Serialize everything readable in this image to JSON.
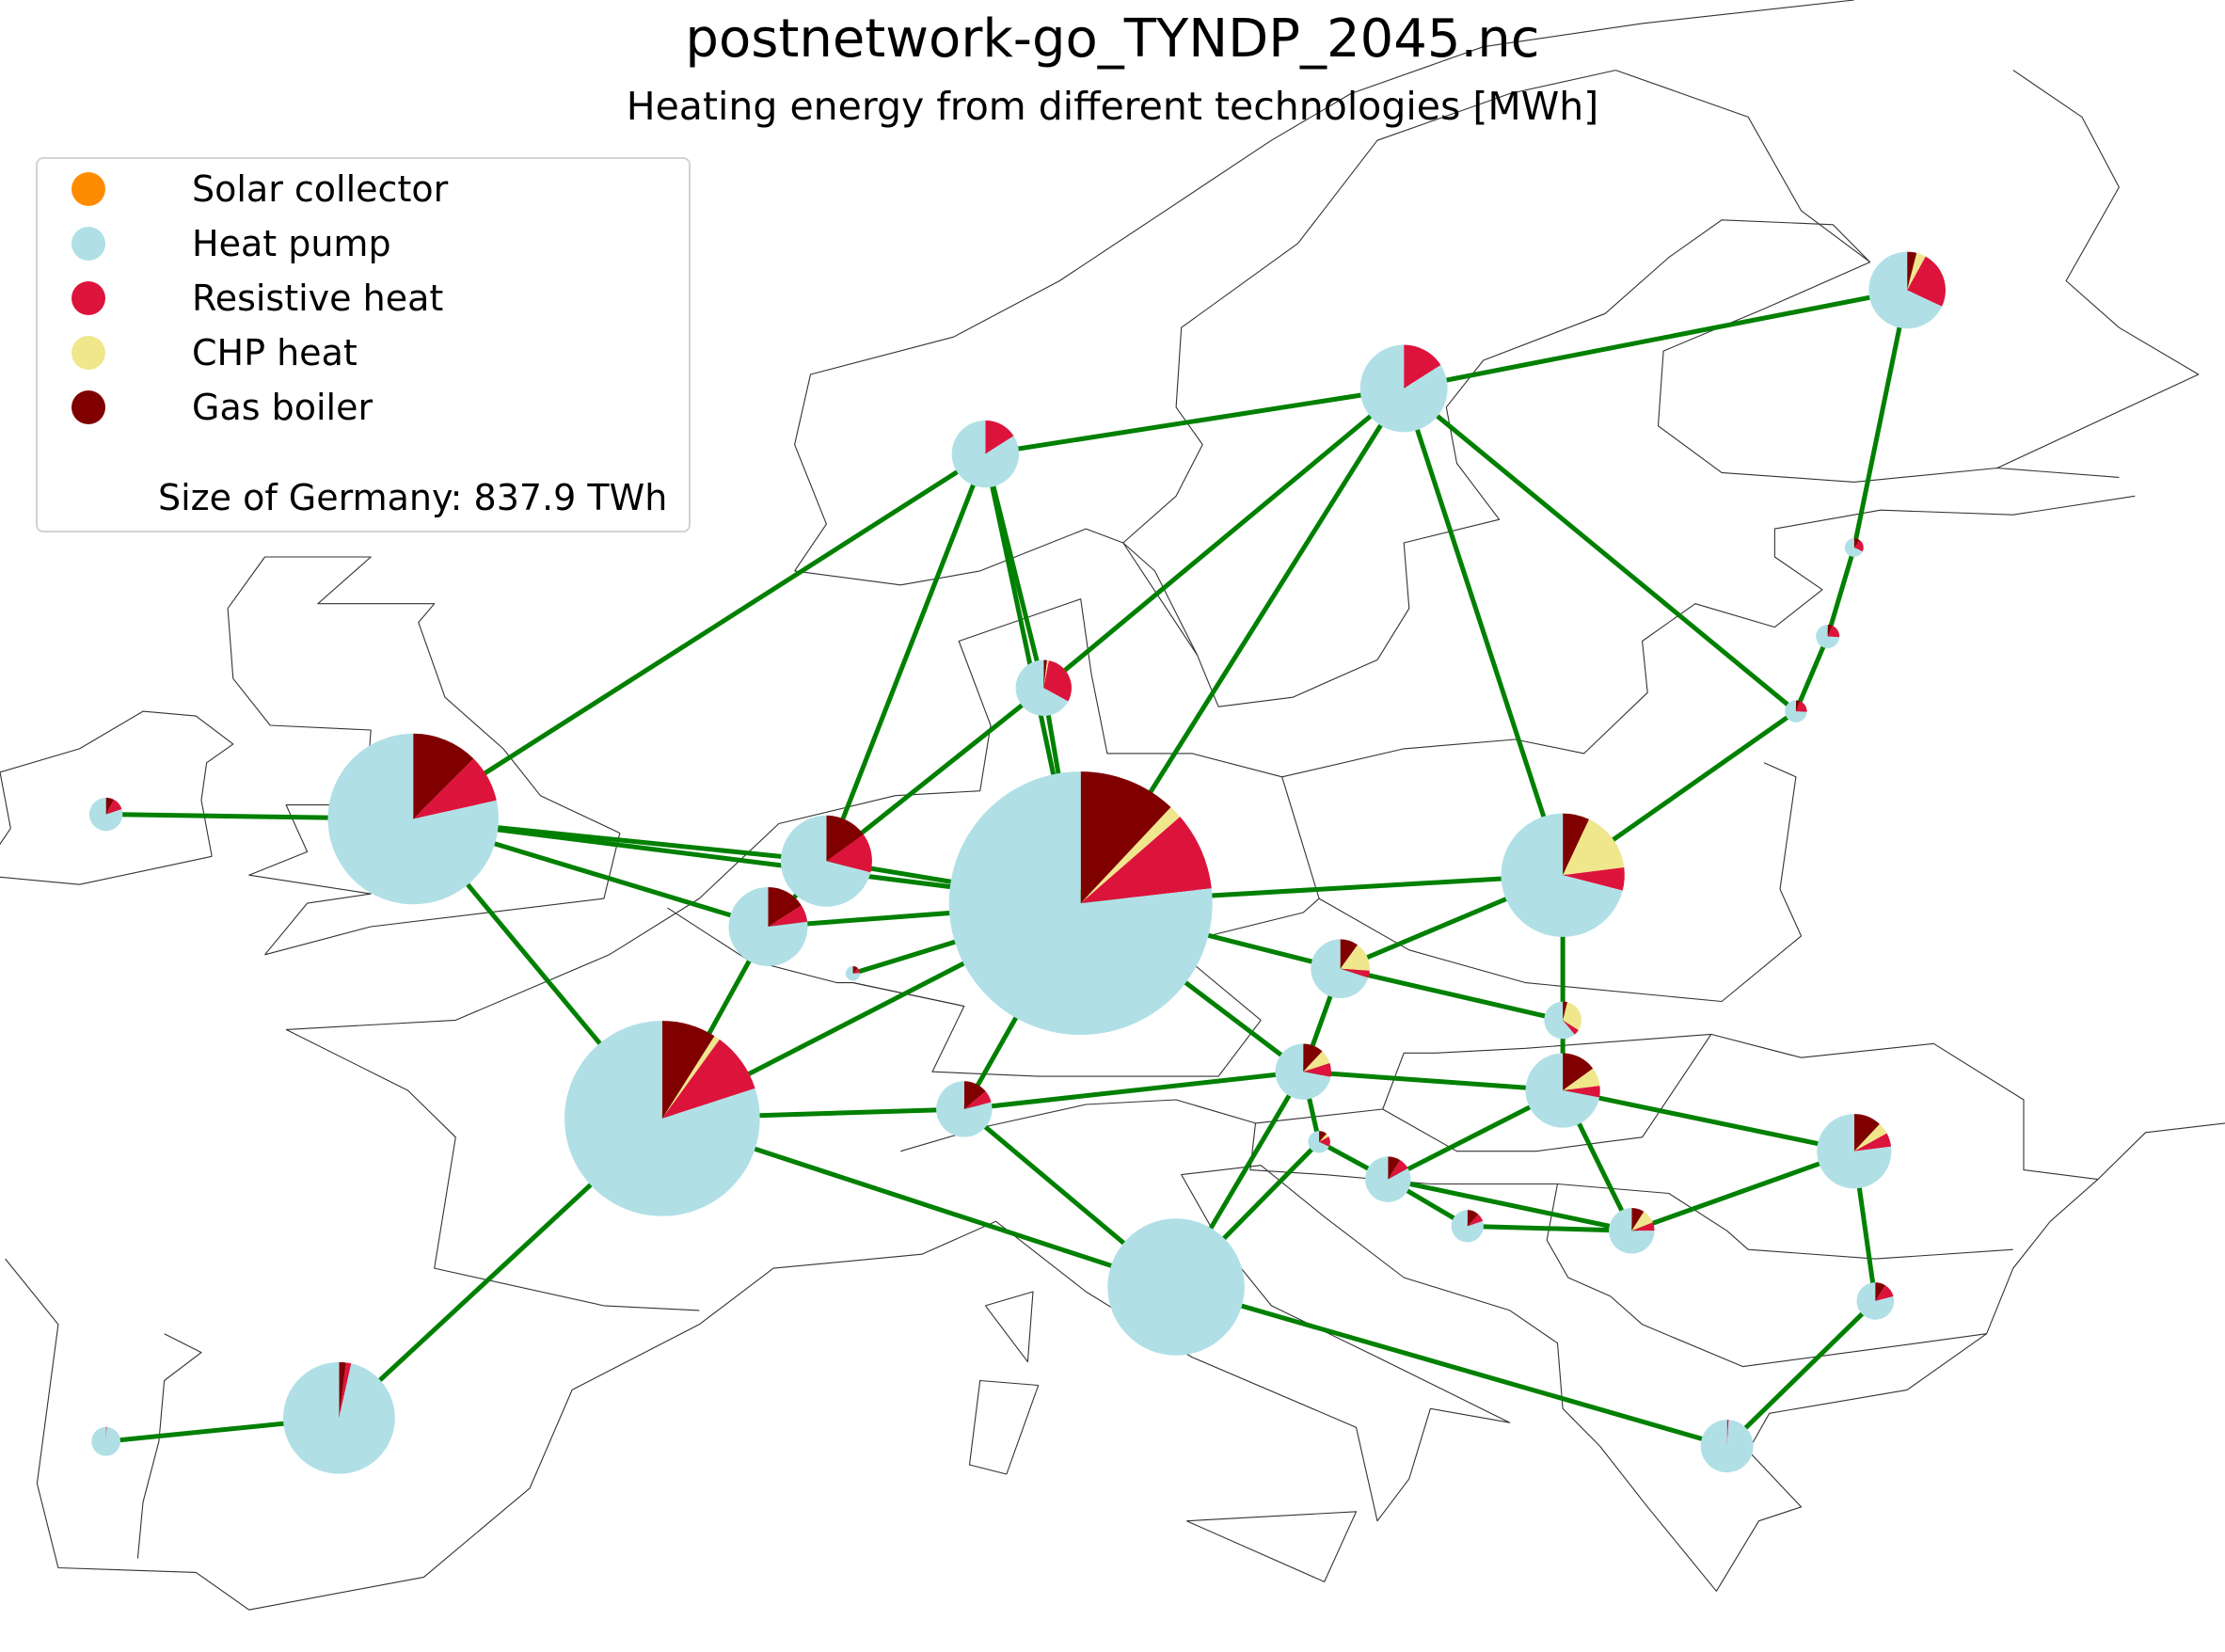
{
  "title": "postnetwork-go_TYNDP_2045.nc",
  "subtitle": "Heating energy from different technologies [MWh]",
  "legend": {
    "items": [
      {
        "label": "Solar collector",
        "color": "#ff8c00"
      },
      {
        "label": "Heat pump",
        "color": "#b0e0e6"
      },
      {
        "label": "Resistive heat",
        "color": "#dc143c"
      },
      {
        "label": "CHP heat",
        "color": "#f0e68c"
      },
      {
        "label": "Gas boiler",
        "color": "#800000"
      }
    ],
    "size_note": "Size of Germany: 837.9 TWh"
  },
  "colors": {
    "link": "#008000",
    "borders": "#333333",
    "solar_collector": "#ff8c00",
    "heat_pump": "#b0e0e6",
    "resistive_heat": "#dc143c",
    "chp_heat": "#f0e68c",
    "gas_boiler": "#800000"
  },
  "map_extent": {
    "lon": [
      -10,
      32
    ],
    "lat": [
      35.2,
      70.5
    ]
  },
  "chart_data": {
    "type": "pie-map",
    "technologies": [
      "Solar collector",
      "Heat pump",
      "Resistive heat",
      "CHP heat",
      "Gas boiler"
    ],
    "reference": {
      "node": "DE",
      "total_twh": 837.9
    },
    "nodes": [
      {
        "id": "NO",
        "lon": 8.6,
        "lat": 60.8,
        "scale": 0.065,
        "shares": {
          "gas": 0.0,
          "chp": 0.0,
          "res": 0.16,
          "hp": 0.84
        }
      },
      {
        "id": "SE",
        "lon": 16.5,
        "lat": 62.2,
        "scale": 0.11,
        "shares": {
          "gas": 0.0,
          "chp": 0.0,
          "res": 0.16,
          "hp": 0.84
        }
      },
      {
        "id": "FI",
        "lon": 26.0,
        "lat": 64.3,
        "scale": 0.085,
        "shares": {
          "gas": 0.04,
          "chp": 0.04,
          "res": 0.24,
          "hp": 0.68
        }
      },
      {
        "id": "EE",
        "lon": 25.0,
        "lat": 58.8,
        "scale": 0.005,
        "shares": {
          "gas": 0.1,
          "chp": 0.0,
          "res": 0.22,
          "hp": 0.68
        }
      },
      {
        "id": "LV",
        "lon": 24.5,
        "lat": 56.9,
        "scale": 0.008,
        "shares": {
          "gas": 0.06,
          "chp": 0.0,
          "res": 0.2,
          "hp": 0.74
        }
      },
      {
        "id": "LT",
        "lon": 23.9,
        "lat": 55.3,
        "scale": 0.007,
        "shares": {
          "gas": 0.06,
          "chp": 0.0,
          "res": 0.2,
          "hp": 0.74
        }
      },
      {
        "id": "DK",
        "lon": 9.7,
        "lat": 55.8,
        "scale": 0.045,
        "shares": {
          "gas": 0.02,
          "chp": 0.01,
          "res": 0.3,
          "hp": 0.67
        }
      },
      {
        "id": "GB",
        "lon": -2.2,
        "lat": 53.0,
        "scale": 0.42,
        "shares": {
          "gas": 0.125,
          "chp": 0.0,
          "res": 0.09,
          "hp": 0.785
        }
      },
      {
        "id": "IE",
        "lon": -8.0,
        "lat": 53.1,
        "scale": 0.016,
        "shares": {
          "gas": 0.08,
          "chp": 0.0,
          "res": 0.12,
          "hp": 0.8
        }
      },
      {
        "id": "NL",
        "lon": 5.6,
        "lat": 52.1,
        "scale": 0.12,
        "shares": {
          "gas": 0.15,
          "chp": 0.0,
          "res": 0.14,
          "hp": 0.71
        }
      },
      {
        "id": "BE",
        "lon": 4.5,
        "lat": 50.7,
        "scale": 0.09,
        "shares": {
          "gas": 0.16,
          "chp": 0.0,
          "res": 0.07,
          "hp": 0.77
        }
      },
      {
        "id": "LU",
        "lon": 6.1,
        "lat": 49.7,
        "scale": 0.003,
        "shares": {
          "gas": 0.12,
          "chp": 0.0,
          "res": 0.12,
          "hp": 0.76
        }
      },
      {
        "id": "DE",
        "lon": 10.4,
        "lat": 51.2,
        "scale": 1.0,
        "shares": {
          "gas": 0.12,
          "chp": 0.016,
          "res": 0.096,
          "hp": 0.768
        }
      },
      {
        "id": "PL",
        "lon": 19.5,
        "lat": 51.8,
        "scale": 0.22,
        "shares": {
          "gas": 0.07,
          "chp": 0.16,
          "res": 0.06,
          "hp": 0.71
        }
      },
      {
        "id": "CZ",
        "lon": 15.3,
        "lat": 49.8,
        "scale": 0.05,
        "shares": {
          "gas": 0.1,
          "chp": 0.16,
          "res": 0.04,
          "hp": 0.7
        }
      },
      {
        "id": "SK",
        "lon": 19.5,
        "lat": 48.7,
        "scale": 0.02,
        "shares": {
          "gas": 0.04,
          "chp": 0.3,
          "res": 0.05,
          "hp": 0.61
        }
      },
      {
        "id": "AT",
        "lon": 14.6,
        "lat": 47.6,
        "scale": 0.045,
        "shares": {
          "gas": 0.12,
          "chp": 0.08,
          "res": 0.08,
          "hp": 0.72
        }
      },
      {
        "id": "CH",
        "lon": 8.2,
        "lat": 46.8,
        "scale": 0.045,
        "shares": {
          "gas": 0.14,
          "chp": 0.0,
          "res": 0.07,
          "hp": 0.79
        }
      },
      {
        "id": "FR",
        "lon": 2.5,
        "lat": 46.6,
        "scale": 0.55,
        "shares": {
          "gas": 0.09,
          "chp": 0.01,
          "res": 0.1,
          "hp": 0.8
        }
      },
      {
        "id": "IT",
        "lon": 12.2,
        "lat": 43.0,
        "scale": 0.27,
        "shares": {
          "gas": 0.0,
          "chp": 0.0,
          "res": 0.0,
          "hp": 1.0
        }
      },
      {
        "id": "ES",
        "lon": -3.6,
        "lat": 40.2,
        "scale": 0.18,
        "shares": {
          "gas": 0.02,
          "chp": 0.0,
          "res": 0.015,
          "hp": 0.965
        }
      },
      {
        "id": "PT",
        "lon": -8.0,
        "lat": 39.7,
        "scale": 0.012,
        "shares": {
          "gas": 0.0,
          "chp": 0.0,
          "res": 0.01,
          "hp": 0.99
        }
      },
      {
        "id": "HU",
        "lon": 19.5,
        "lat": 47.2,
        "scale": 0.08,
        "shares": {
          "gas": 0.15,
          "chp": 0.08,
          "res": 0.05,
          "hp": 0.72
        }
      },
      {
        "id": "SI",
        "lon": 14.9,
        "lat": 46.1,
        "scale": 0.007,
        "shares": {
          "gas": 0.12,
          "chp": 0.05,
          "res": 0.15,
          "hp": 0.68
        }
      },
      {
        "id": "HR",
        "lon": 16.2,
        "lat": 45.3,
        "scale": 0.03,
        "shares": {
          "gas": 0.09,
          "chp": 0.0,
          "res": 0.08,
          "hp": 0.83
        }
      },
      {
        "id": "BA",
        "lon": 17.7,
        "lat": 44.3,
        "scale": 0.015,
        "shares": {
          "gas": 0.12,
          "chp": 0.0,
          "res": 0.08,
          "hp": 0.8
        }
      },
      {
        "id": "RS",
        "lon": 20.8,
        "lat": 44.2,
        "scale": 0.03,
        "shares": {
          "gas": 0.09,
          "chp": 0.1,
          "res": 0.06,
          "hp": 0.75
        }
      },
      {
        "id": "RO",
        "lon": 25.0,
        "lat": 45.9,
        "scale": 0.08,
        "shares": {
          "gas": 0.12,
          "chp": 0.05,
          "res": 0.06,
          "hp": 0.77
        }
      },
      {
        "id": "BG",
        "lon": 25.4,
        "lat": 42.7,
        "scale": 0.02,
        "shares": {
          "gas": 0.09,
          "chp": 0.0,
          "res": 0.12,
          "hp": 0.79
        }
      },
      {
        "id": "GR",
        "lon": 22.6,
        "lat": 39.6,
        "scale": 0.04,
        "shares": {
          "gas": 0.0,
          "chp": 0.0,
          "res": 0.01,
          "hp": 0.99
        }
      }
    ],
    "links": [
      [
        "IE",
        "GB"
      ],
      [
        "GB",
        "NO"
      ],
      [
        "GB",
        "NL"
      ],
      [
        "GB",
        "BE"
      ],
      [
        "GB",
        "FR"
      ],
      [
        "GB",
        "DE"
      ],
      [
        "NO",
        "SE"
      ],
      [
        "NO",
        "DK"
      ],
      [
        "NO",
        "DE"
      ],
      [
        "NO",
        "NL"
      ],
      [
        "SE",
        "FI"
      ],
      [
        "SE",
        "DK"
      ],
      [
        "SE",
        "DE"
      ],
      [
        "SE",
        "PL"
      ],
      [
        "SE",
        "LT"
      ],
      [
        "FI",
        "EE"
      ],
      [
        "EE",
        "LV"
      ],
      [
        "LV",
        "LT"
      ],
      [
        "LT",
        "PL"
      ],
      [
        "DK",
        "DE"
      ],
      [
        "DK",
        "NL"
      ],
      [
        "NL",
        "DE"
      ],
      [
        "NL",
        "BE"
      ],
      [
        "BE",
        "DE"
      ],
      [
        "BE",
        "FR"
      ],
      [
        "LU",
        "DE"
      ],
      [
        "DE",
        "PL"
      ],
      [
        "DE",
        "CZ"
      ],
      [
        "DE",
        "AT"
      ],
      [
        "DE",
        "CH"
      ],
      [
        "DE",
        "FR"
      ],
      [
        "PL",
        "CZ"
      ],
      [
        "PL",
        "SK"
      ],
      [
        "CZ",
        "SK"
      ],
      [
        "CZ",
        "AT"
      ],
      [
        "SK",
        "HU"
      ],
      [
        "AT",
        "CH"
      ],
      [
        "AT",
        "HU"
      ],
      [
        "AT",
        "SI"
      ],
      [
        "AT",
        "IT"
      ],
      [
        "CH",
        "FR"
      ],
      [
        "CH",
        "IT"
      ],
      [
        "FR",
        "ES"
      ],
      [
        "FR",
        "IT"
      ],
      [
        "ES",
        "PT"
      ],
      [
        "SI",
        "HR"
      ],
      [
        "SI",
        "IT"
      ],
      [
        "HU",
        "HR"
      ],
      [
        "HU",
        "RS"
      ],
      [
        "HU",
        "RO"
      ],
      [
        "HR",
        "BA"
      ],
      [
        "HR",
        "RS"
      ],
      [
        "BA",
        "RS"
      ],
      [
        "RS",
        "RO"
      ],
      [
        "RO",
        "BG"
      ],
      [
        "BG",
        "GR"
      ],
      [
        "IT",
        "GR"
      ]
    ]
  }
}
